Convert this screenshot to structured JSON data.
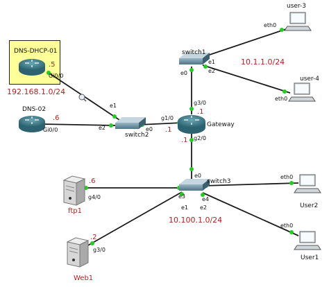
{
  "devices": {
    "dns_dhcp": {
      "name": "DNS-DHCP-01",
      "ip": ".5",
      "iface": "Gi0/0"
    },
    "dns02": {
      "name": "DNS-02",
      "ip": ".6",
      "iface": "Gi0/0"
    },
    "switch1": {
      "name": "switch1",
      "e0": "e0",
      "e1": "e1",
      "e2": "e2"
    },
    "switch2": {
      "name": "switch2",
      "e0": "e0",
      "e1": "e1",
      "e2": "e2"
    },
    "switch3": {
      "name": "switch3",
      "e0": "e0",
      "e1": "e1",
      "e2": "e2",
      "e3": "e3",
      "e4": "e4"
    },
    "gateway": {
      "name": "Gateway",
      "g1": "g1/0",
      "g1_ip": ".1",
      "g2": "g2/0",
      "g2_ip": ".1",
      "g3": "g3/0",
      "g3_ip": ".1"
    },
    "user3": {
      "name": "user-3",
      "iface": "eth0"
    },
    "user4": {
      "name": "user-4",
      "iface": "eth0"
    },
    "user2": {
      "name": "User2",
      "iface": "eth0"
    },
    "user1": {
      "name": "User1",
      "iface": "eth0"
    },
    "ftp1": {
      "name": "ftp1",
      "ip": ".6",
      "iface": "g4/0"
    },
    "web1": {
      "name": "Web1",
      "ip": ".2",
      "iface": "g3/0"
    }
  },
  "networks": {
    "net_192": "192.168.1.0/24",
    "net_10_1": "10.1.1.0/24",
    "net_10_100": "10.100.1.0/24"
  },
  "colors": {
    "link": "#1a1a1a",
    "port": "#22cc22",
    "router": "#3f7f8f",
    "ip_text": "#b22222",
    "highlight": "#ffff99"
  }
}
